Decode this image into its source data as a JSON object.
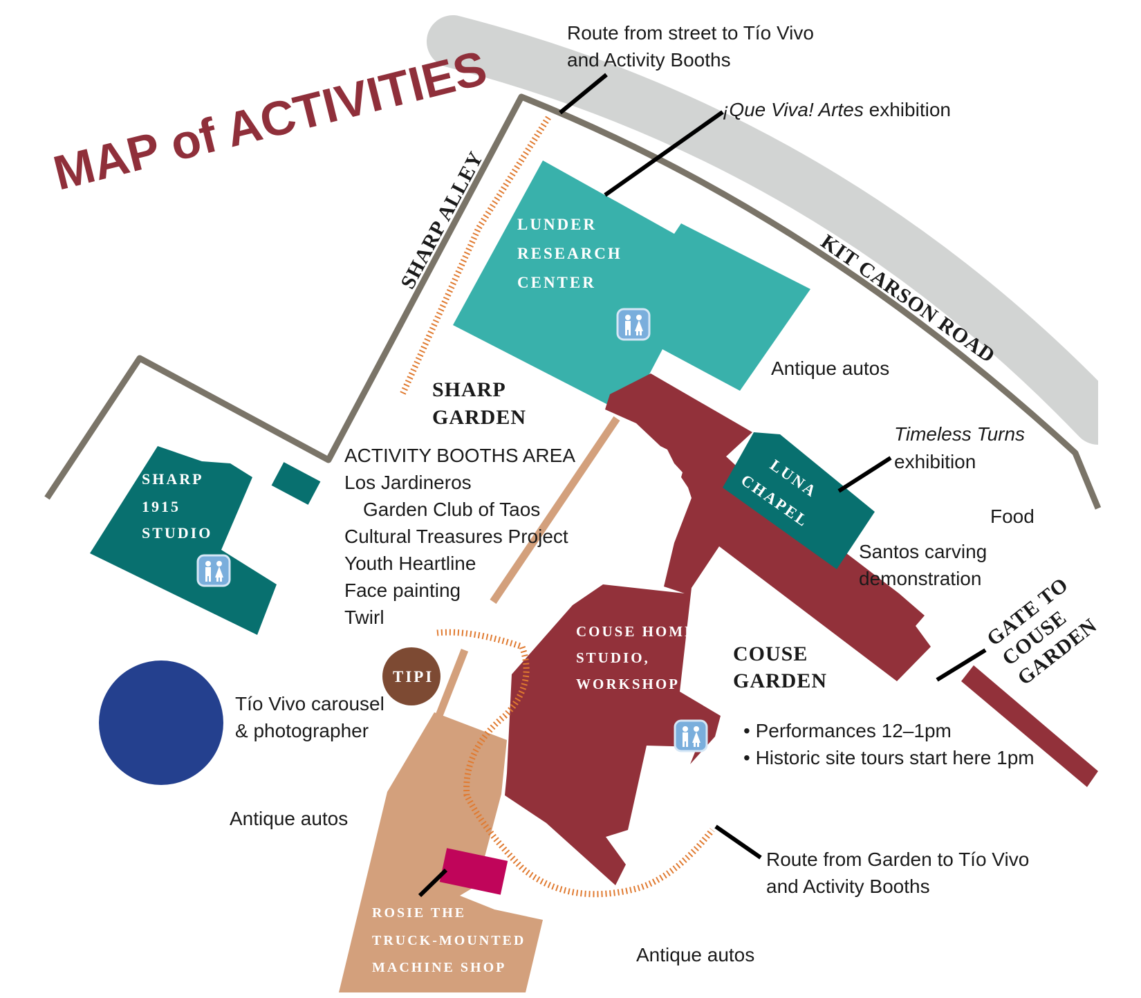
{
  "title": "MAP of ACTIVITIES",
  "colors": {
    "title": "#8f2f3a",
    "road": "#d2d4d3",
    "wall": "#7a7468",
    "teal_light": "#39b1ab",
    "teal_dark": "#08706f",
    "maroon": "#92313a",
    "tan": "#d3a07c",
    "magenta": "#c0055a",
    "carousel": "#24408e",
    "tipi": "#7d4a33",
    "route": "#e07a30"
  },
  "streets": {
    "kit_carson": "KIT CARSON ROAD",
    "sharp_alley": "SHARP ALLEY"
  },
  "buildings": {
    "lunder": [
      "LUNDER",
      "RESEARCH",
      "CENTER"
    ],
    "sharp_studio": [
      "SHARP",
      "1915",
      "STUDIO"
    ],
    "luna": [
      "LUNA",
      "CHAPEL"
    ],
    "couse_home": [
      "COUSE HOME,",
      "STUDIO,",
      "WORKSHOP"
    ],
    "tipi": "TIPI",
    "rosie": [
      "ROSIE THE",
      "TRUCK-MOUNTED",
      "MACHINE SHOP"
    ]
  },
  "gardens": {
    "sharp": [
      "SHARP",
      "GARDEN"
    ],
    "couse": [
      "COUSE",
      "GARDEN"
    ],
    "gate": [
      "GATE TO",
      "COUSE",
      "GARDEN"
    ]
  },
  "labels": {
    "route_street": [
      "Route from street to Tío Vivo",
      "and Activity Booths"
    ],
    "que_viva_italic": "¡Que Viva! Artes",
    "que_viva_rest": " exhibition",
    "antique_autos": "Antique autos",
    "timeless_italic": "Timeless Turns",
    "timeless_rest": "exhibition",
    "food": "Food",
    "santos": [
      "Santos carving",
      "demonstration"
    ],
    "activity_booths": [
      "ACTIVITY BOOTHS AREA",
      "Los Jardineros",
      "Garden Club of Taos",
      "Cultural Treasures Project",
      "Youth Heartline",
      "Face painting",
      "Twirl"
    ],
    "tio_vivo": [
      "Tío Vivo carousel",
      "& photographer"
    ],
    "couse_events": [
      "• Performances 12–1pm",
      "• Historic site tours start here 1pm"
    ],
    "route_garden": [
      "Route from Garden to Tío Vivo",
      "and Activity Booths"
    ]
  },
  "icons": {
    "restroom": "restroom-icon"
  }
}
